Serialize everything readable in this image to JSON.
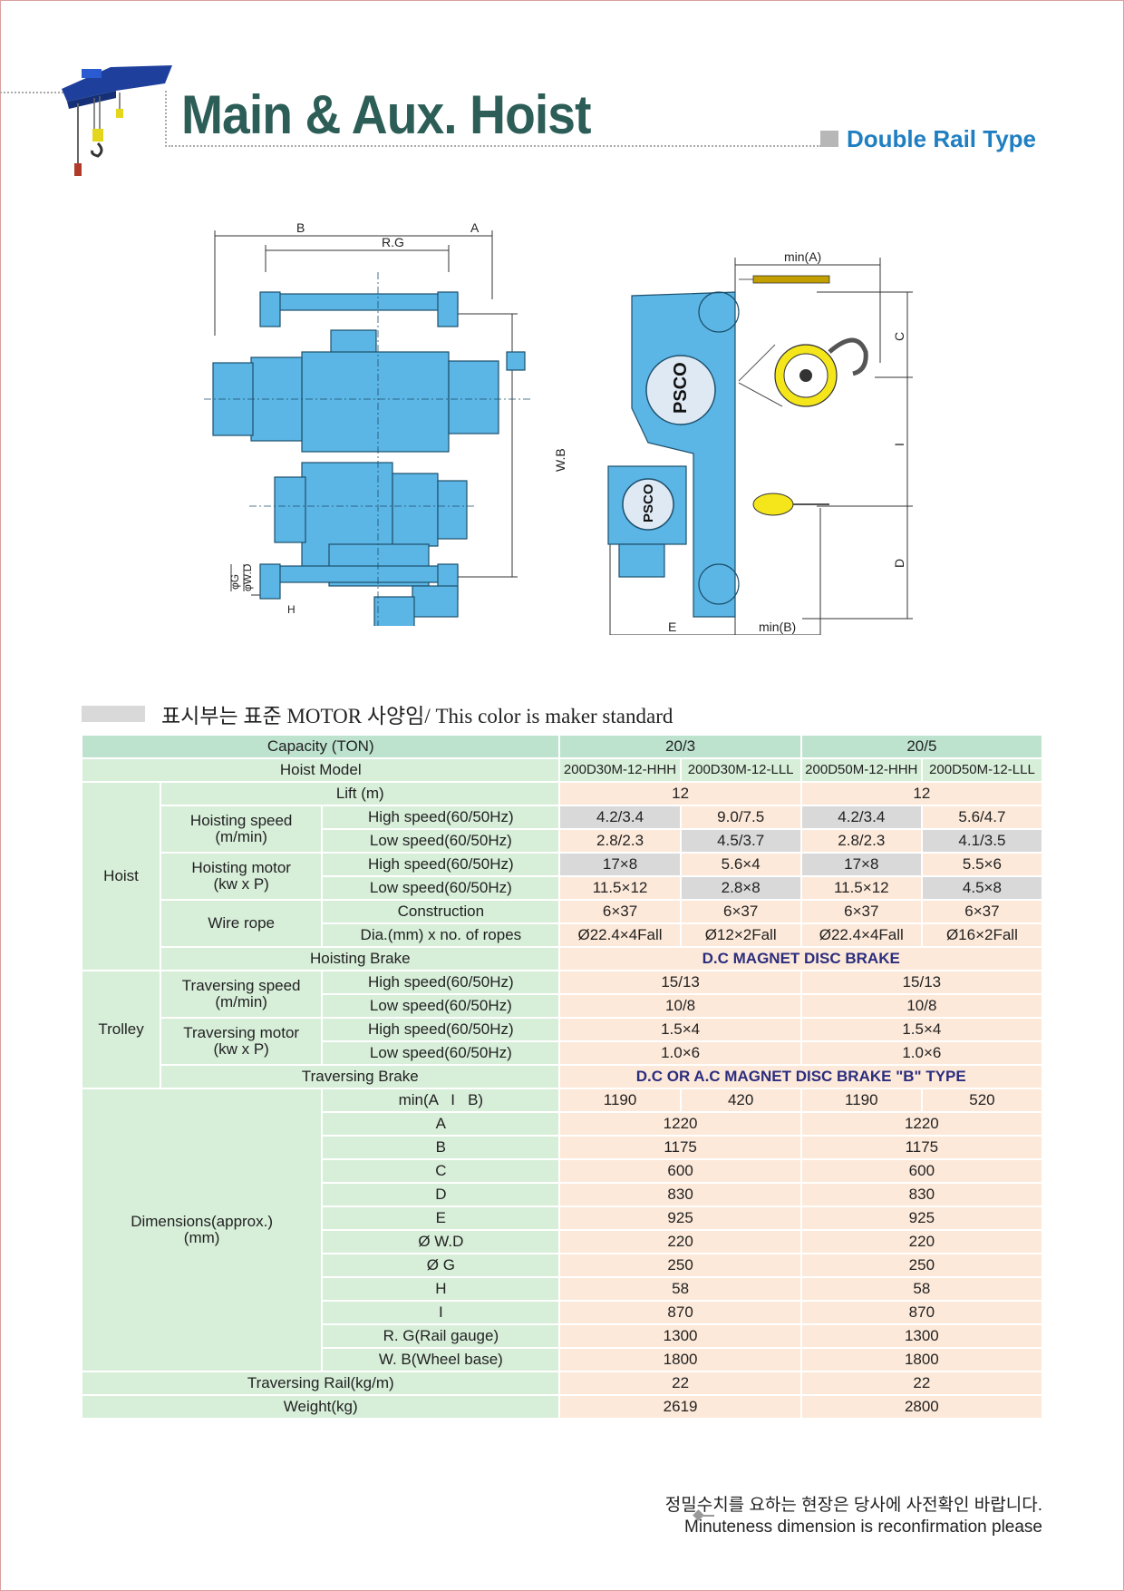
{
  "header": {
    "title": "Main & Aux. Hoist",
    "subtitle": "Double Rail Type"
  },
  "diagram_labels": {
    "front": {
      "b": "B",
      "a": "A",
      "rg": "R.G",
      "wb": "W.B",
      "phi_g": "φG",
      "phi_wd": "φW.D",
      "h": "H"
    },
    "side": {
      "min_a": "min(A)",
      "c": "C",
      "i": "I",
      "d": "D",
      "e": "E",
      "min_b": "min(B)",
      "logo": "PSCO"
    }
  },
  "legend": {
    "text": "표시부는 표준 MOTOR 사양임/ This color is maker standard"
  },
  "table": {
    "capacity_label": "Capacity (TON)",
    "capacity": [
      "20/3",
      "20/5"
    ],
    "hoist_model_label": "Hoist Model",
    "hoist_models": [
      "200D30M-12-HHH",
      "200D30M-12-LLL",
      "200D50M-12-HHH",
      "200D50M-12-LLL"
    ],
    "hoist_group": "Hoist",
    "lift_label": "Lift (m)",
    "lift": [
      "12",
      "12"
    ],
    "hoisting_speed": "Hoisting speed",
    "m_min": "(m/min)",
    "high_speed": "High speed(60/50Hz)",
    "low_speed": "Low speed(60/50Hz)",
    "hs_high": [
      "4.2/3.4",
      "9.0/7.5",
      "4.2/3.4",
      "5.6/4.7"
    ],
    "hs_low": [
      "2.8/2.3",
      "4.5/3.7",
      "2.8/2.3",
      "4.1/3.5"
    ],
    "hoisting_motor": "Hoisting motor",
    "kw_p": "(kw x P)",
    "hm_high": [
      "17×8",
      "5.6×4",
      "17×8",
      "5.5×6"
    ],
    "hm_low": [
      "11.5×12",
      "2.8×8",
      "11.5×12",
      "4.5×8"
    ],
    "wire_rope": "Wire rope",
    "construction": "Construction",
    "construction_vals": [
      "6×37",
      "6×37",
      "6×37",
      "6×37"
    ],
    "dia_label": "Dia.(mm) x no. of ropes",
    "dia_vals": [
      "Ø22.4×4Fall",
      "Ø12×2Fall",
      "Ø22.4×4Fall",
      "Ø16×2Fall"
    ],
    "hoisting_brake": "Hoisting Brake",
    "hoisting_brake_val": "D.C MAGNET DISC BRAKE",
    "trolley_group": "Trolley",
    "traversing_speed": "Traversing speed",
    "ts_high": [
      "15/13",
      "15/13"
    ],
    "ts_low": [
      "10/8",
      "10/8"
    ],
    "traversing_motor": "Traversing motor",
    "tm_high": [
      "1.5×4",
      "1.5×4"
    ],
    "tm_low": [
      "1.0×6",
      "1.0×6"
    ],
    "traversing_brake": "Traversing Brake",
    "traversing_brake_val": "D.C OR A.C MAGNET DISC BRAKE \"B\" TYPE",
    "dimensions_group": "Dimensions(approx.)",
    "dimensions_unit": "(mm)",
    "min_aib_label": "min(A   I   B)",
    "min_aib": [
      "1190",
      "420",
      "1190",
      "520"
    ],
    "dims": [
      {
        "label": "A",
        "values": [
          "1220",
          "1220"
        ]
      },
      {
        "label": "B",
        "values": [
          "1175",
          "1175"
        ]
      },
      {
        "label": "C",
        "values": [
          "600",
          "600"
        ]
      },
      {
        "label": "D",
        "values": [
          "830",
          "830"
        ]
      },
      {
        "label": "E",
        "values": [
          "925",
          "925"
        ]
      },
      {
        "label": "Ø W.D",
        "values": [
          "220",
          "220"
        ]
      },
      {
        "label": "Ø G",
        "values": [
          "250",
          "250"
        ]
      },
      {
        "label": "H",
        "values": [
          "58",
          "58"
        ]
      },
      {
        "label": "I",
        "values": [
          "870",
          "870"
        ]
      },
      {
        "label": "R. G(Rail gauge)",
        "values": [
          "1300",
          "1300"
        ]
      },
      {
        "label": "W. B(Wheel base)",
        "values": [
          "1800",
          "1800"
        ]
      }
    ],
    "traversing_rail_label": "Traversing Rail(kg/m)",
    "traversing_rail": [
      "22",
      "22"
    ],
    "weight_label": "Weight(kg)",
    "weight": [
      "2619",
      "2800"
    ]
  },
  "footer": {
    "note_kr": "정밀수치를 요하는 현장은 당사에 사전확인 바랍니다.",
    "note_en": "Minuteness dimension is reconfirmation please"
  },
  "colors": {
    "title": "#2c5e57",
    "subtitle": "#1f7fc1",
    "machine": "#5bb5e5",
    "table_green": "#d7eed9",
    "table_header": "#bde3cf",
    "table_peach": "#fde9d9",
    "table_gray": "#d9d9d9",
    "brake_text": "#2b2d7e"
  }
}
